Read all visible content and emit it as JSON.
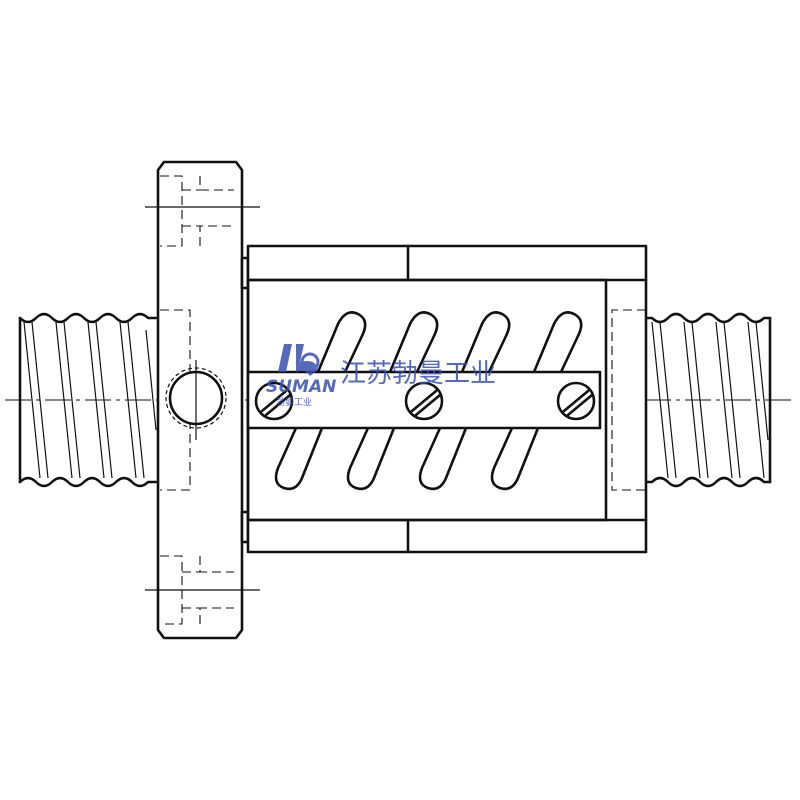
{
  "watermark": {
    "brand": "SUMAN",
    "company_cn": "江苏勃曼工业",
    "subtitle_cn": "勃曼工业",
    "color": "#3a4fb0"
  },
  "colors": {
    "line": "#111111",
    "background": "#ffffff"
  }
}
